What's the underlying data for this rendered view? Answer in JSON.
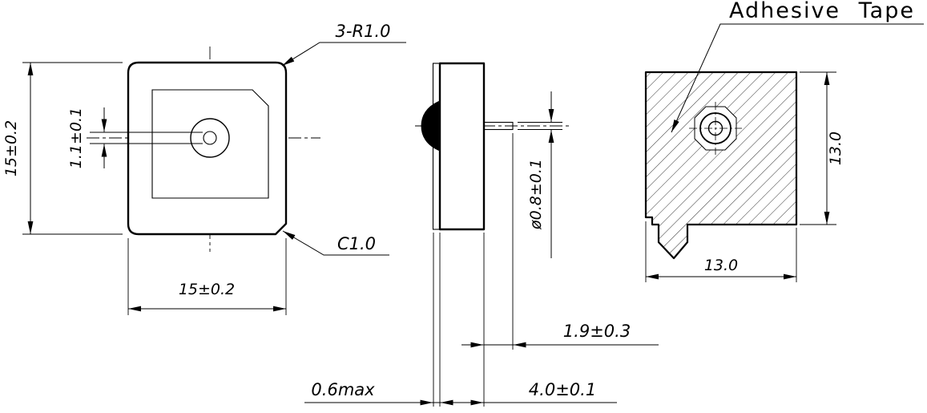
{
  "labels": {
    "radius_note": "3-R1.0",
    "chamfer_note": "C1.0",
    "adhesive_tape": "Adhesive Tape"
  },
  "front_view": {
    "height_dim": "15±0.2",
    "width_dim": "15±0.2",
    "hole_dim": "1.1±0.1"
  },
  "side_view": {
    "pin_dia_dim": "ø0.8±0.1",
    "pin_len_dim": "1.9±0.3",
    "tape_dim": "0.6max",
    "thickness_dim": "4.0±0.1"
  },
  "back_view": {
    "width_dim": "13.0",
    "height_dim": "13.0"
  },
  "colors": {
    "ink": "#000000",
    "background": "#ffffff"
  }
}
